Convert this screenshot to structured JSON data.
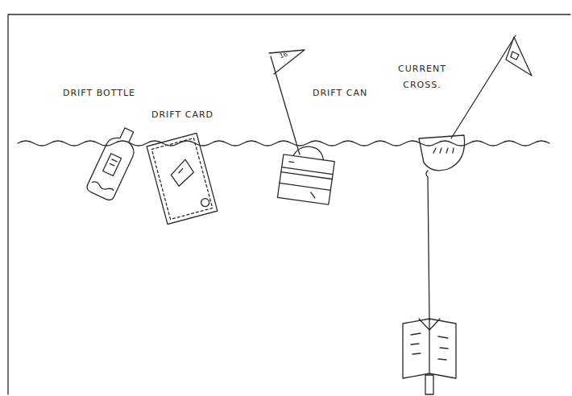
{
  "diagram": {
    "labels": [
      "DRIFT BOTTLE",
      "DRIFT CARD",
      "DRIFT CAN",
      "CURRENT CROSS.",
      "16"
    ]
  }
}
